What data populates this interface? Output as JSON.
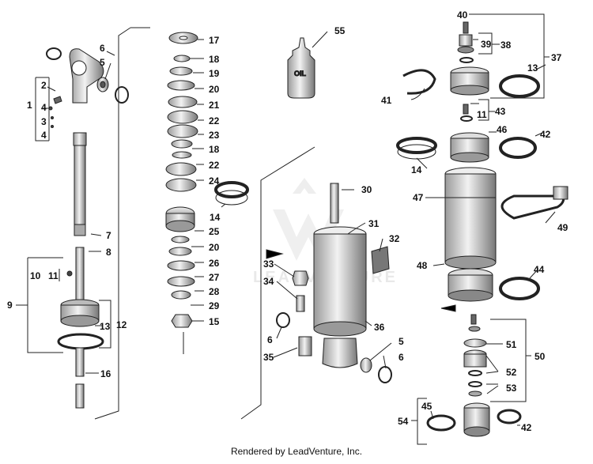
{
  "diagram": {
    "callouts": [
      "1",
      "2",
      "3",
      "4",
      "4",
      "5",
      "5",
      "6",
      "6",
      "6",
      "7",
      "8",
      "9",
      "10",
      "11",
      "11",
      "12",
      "13",
      "13",
      "14",
      "14",
      "15",
      "16",
      "17",
      "18",
      "18",
      "19",
      "20",
      "20",
      "21",
      "22",
      "22",
      "23",
      "24",
      "25",
      "26",
      "27",
      "28",
      "29",
      "30",
      "31",
      "32",
      "33",
      "34",
      "35",
      "36",
      "37",
      "38",
      "39",
      "40",
      "41",
      "42",
      "42",
      "43",
      "44",
      "45",
      "46",
      "47",
      "48",
      "49",
      "50",
      "51",
      "52",
      "53",
      "54",
      "55"
    ],
    "oil_label": "OIL",
    "watermark": "LEADVENTURE"
  },
  "footer": {
    "text": "Rendered by LeadVenture, Inc."
  }
}
